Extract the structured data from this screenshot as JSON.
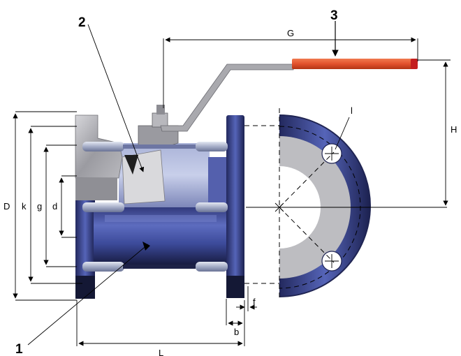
{
  "callouts": {
    "body": "1",
    "ball": "2",
    "handle": "3"
  },
  "dimensions": {
    "D": "D",
    "k": "k",
    "g": "g",
    "d": "d",
    "G": "G",
    "H": "H",
    "L": "L",
    "b": "b",
    "f": "f",
    "l": "l"
  },
  "colors": {
    "body_blue": "#3f4f9e",
    "body_dark": "#1b2049",
    "steel_gray": "#a9a9ae",
    "lever_red": "#e2512c",
    "bolt_gray": "#c2c8d8"
  }
}
